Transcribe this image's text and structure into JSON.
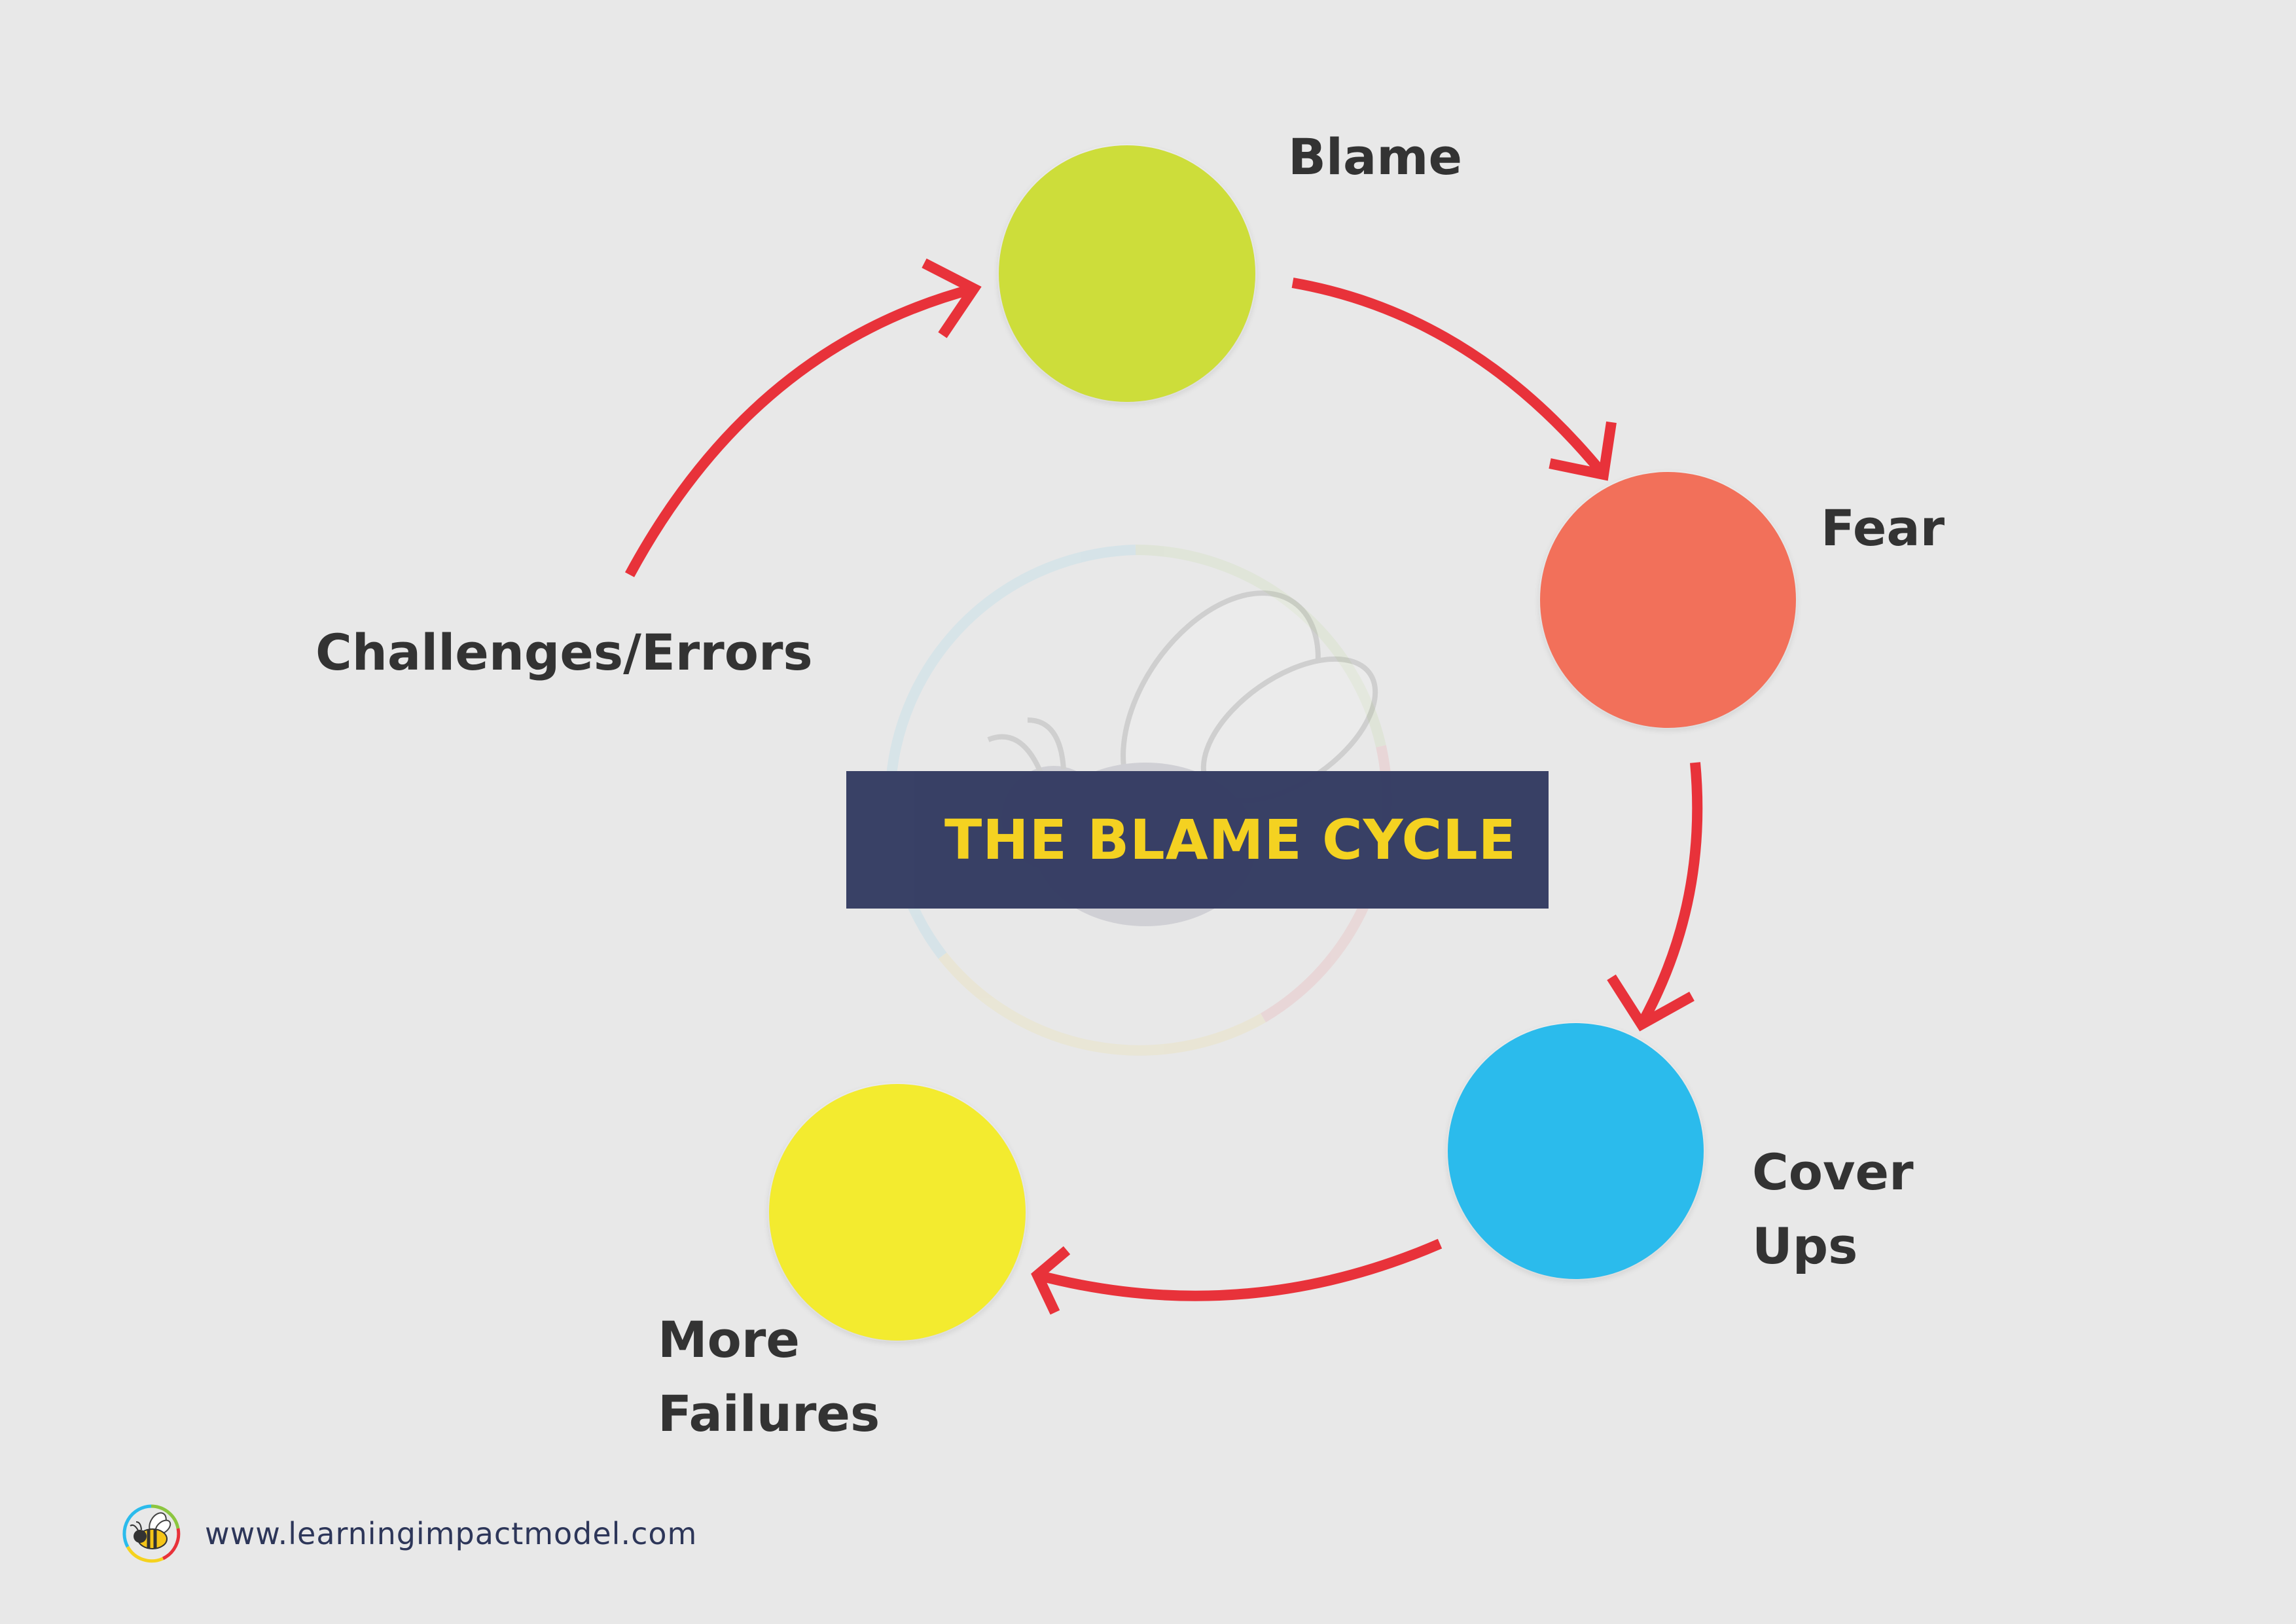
{
  "title": "THE BLAME CYCLE",
  "nodes": [
    {
      "id": "blame",
      "label": "Blame",
      "color": "#cddd3a"
    },
    {
      "id": "fear",
      "label": "Fear",
      "color": "#f2705a"
    },
    {
      "id": "cover-ups",
      "label": "Cover\nUps",
      "color": "#2bbbec"
    },
    {
      "id": "more-failures",
      "label": "More\nFailures",
      "color": "#f3eb2f"
    }
  ],
  "start_label": "Challenges/Errors",
  "arrow_color": "#e8323a",
  "watermark": {
    "icon": "bee-logo-icon",
    "ring_colors": [
      "#8cc640",
      "#e8323a",
      "#f5d21e",
      "#2bbbec"
    ]
  },
  "footer": {
    "url": "www.learningimpactmodel.com",
    "logo_icon": "bee-logo-icon"
  }
}
